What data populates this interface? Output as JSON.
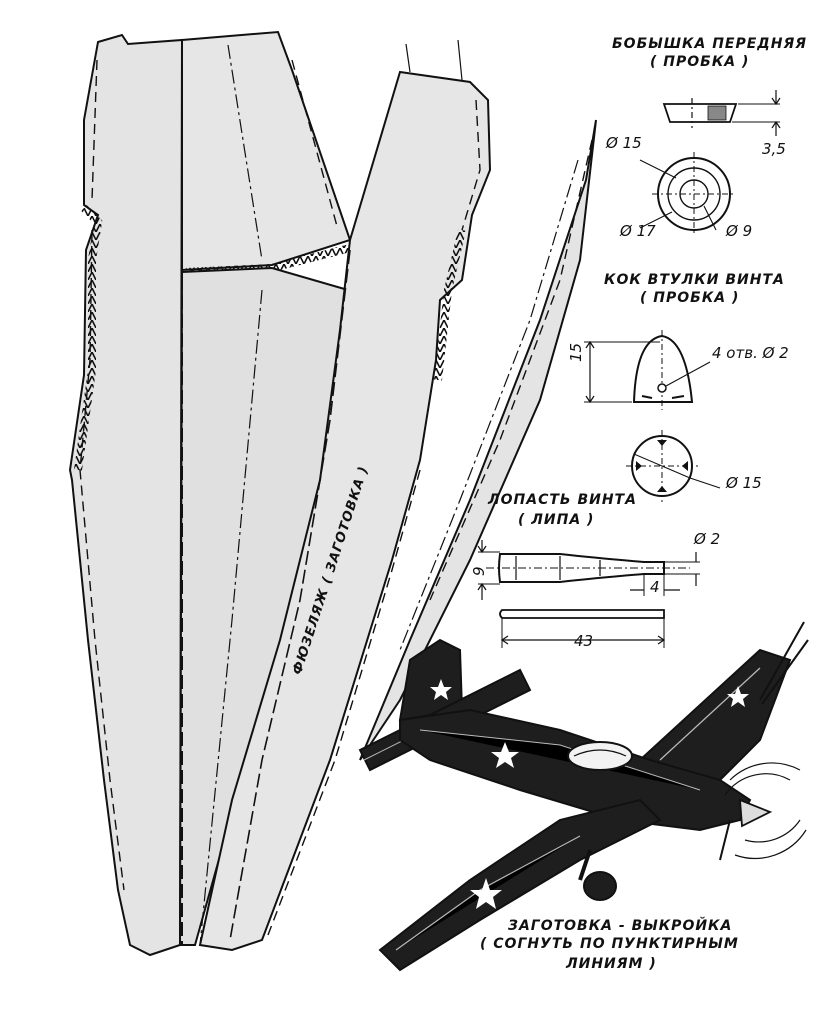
{
  "parts": {
    "front_boss": {
      "title": "БОБЫШКА ПЕРЕДНЯЯ",
      "material": "( ПРОБКА )",
      "dims": [
        "3,5",
        "Ø 15",
        "Ø 17",
        "Ø 9"
      ]
    },
    "spinner": {
      "title": "КОК ВТУЛКИ ВИНТА",
      "material": "( ПРОБКА )",
      "dims": [
        "15",
        "4 отв. Ø 2",
        "Ø 15"
      ]
    },
    "blade": {
      "title": "ЛОПАСТЬ ВИНТА",
      "material": "( ЛИПА )",
      "dims": [
        "Ø 2",
        "9",
        "4",
        "43"
      ]
    }
  },
  "fuselage": {
    "label": "ФЮЗЕЛЯЖ   ( ЗАГОТОВКА )"
  },
  "caption": {
    "line1": "ЗАГОТОВКА - ВЫКРОЙКА",
    "line2": "( СОГНУТЬ ПО ПУНКТИРНЫМ",
    "line3": "ЛИНИЯМ )"
  },
  "colors": {
    "paper": "#ffffff",
    "fill": "#e4e4e4",
    "ink": "#111111",
    "plane": "#1e1e1e"
  }
}
